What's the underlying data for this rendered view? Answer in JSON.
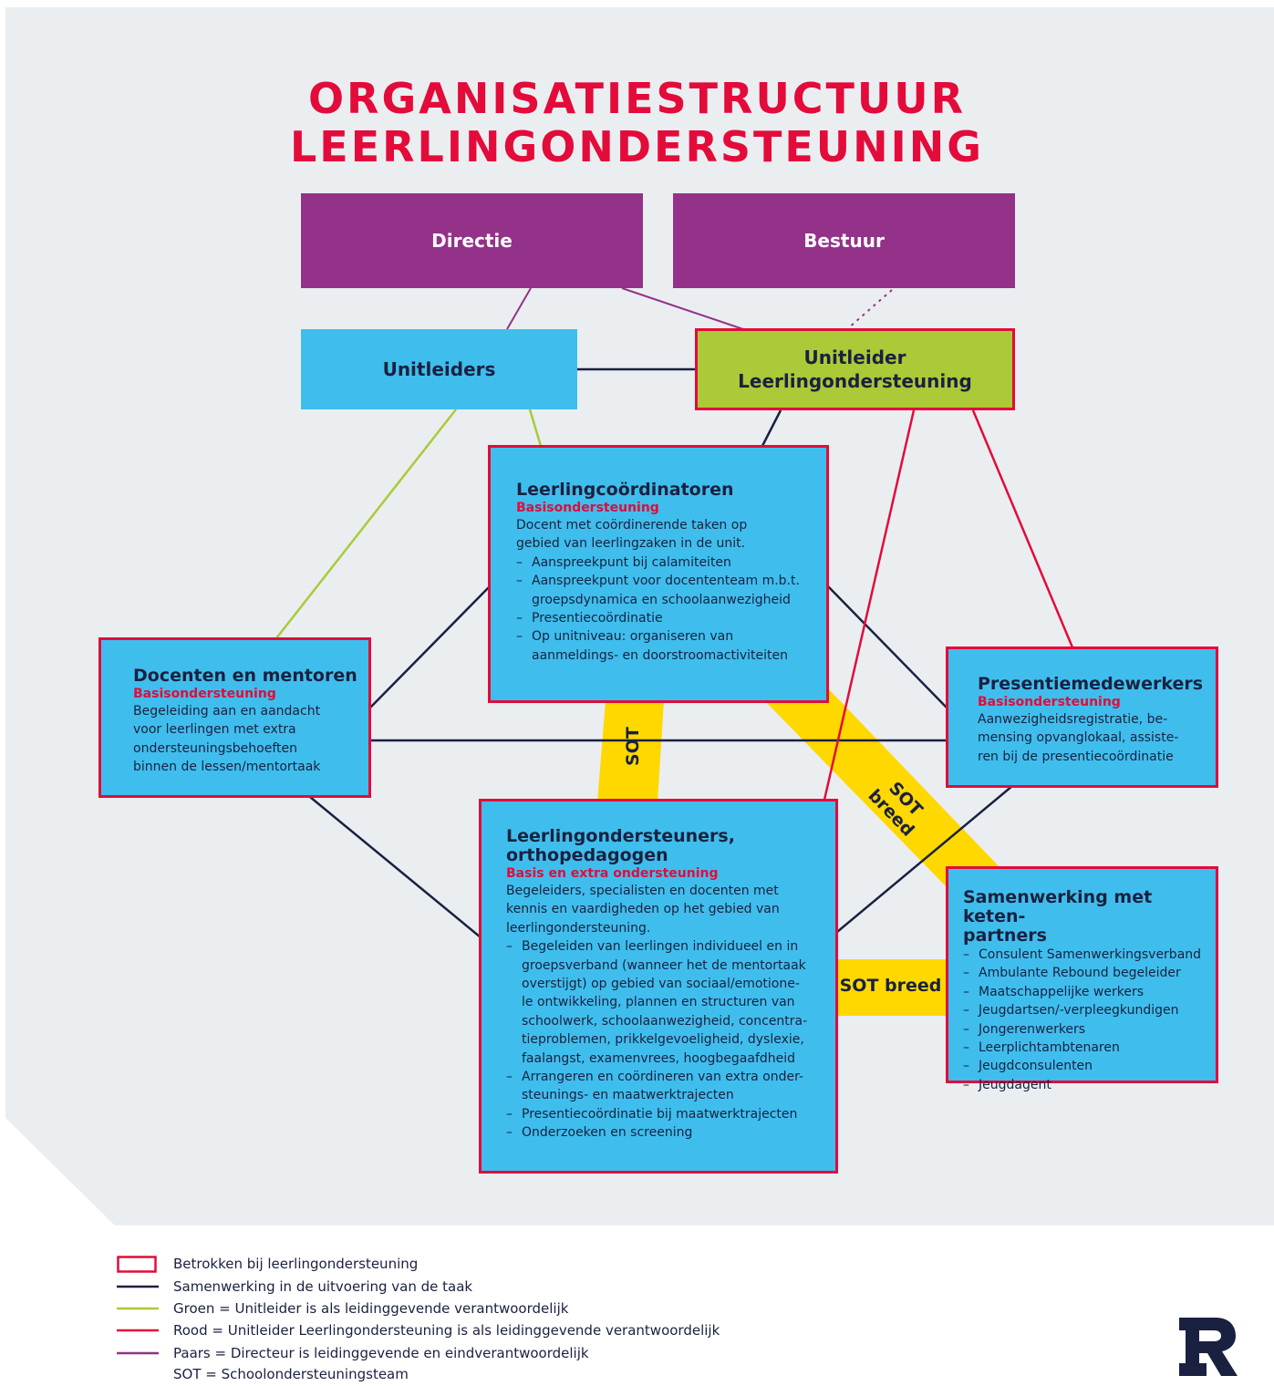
{
  "title": {
    "line1": "ORGANISATIESTRUCTUUR",
    "line2": "LEERLINGONDERSTEUNING"
  },
  "colors": {
    "background": "#eaeef1",
    "purple": "#933288",
    "cyan": "#3fbeed",
    "green": "#acc937",
    "red": "#e30b3a",
    "navy": "#1a2140",
    "yellow": "#ffd800"
  },
  "nodes": {
    "directie": {
      "label": "Directie"
    },
    "bestuur": {
      "label": "Bestuur"
    },
    "unitleiders": {
      "label": "Unitleiders"
    },
    "unitleider_lo": {
      "line1": "Unitleider",
      "line2": "Leerlingondersteuning"
    },
    "leerlingcoordinatoren": {
      "title": "Leerlingcoördinatoren",
      "subtitle": "Basisondersteuning",
      "intro": [
        "Docent met coördinerende taken op",
        "gebied van leerlingzaken in de unit."
      ],
      "items": [
        [
          "Aanspreekpunt bij calamiteiten"
        ],
        [
          "Aanspreekpunt voor docententeam m.b.t.",
          "groepsdynamica en schoolaanwezigheid"
        ],
        [
          "Presentiecoördinatie"
        ],
        [
          "Op unitniveau: organiseren van",
          "aanmeldings- en doorstroomactiviteiten"
        ]
      ]
    },
    "docenten": {
      "title": "Docenten en mentoren",
      "subtitle": "Basisondersteuning",
      "intro": [
        "Begeleiding aan en aandacht",
        "voor leerlingen met extra",
        "ondersteuningsbehoeften",
        "binnen de lessen/mentortaak"
      ]
    },
    "presentie": {
      "title": "Presentiemedewerkers",
      "subtitle": "Basisondersteuning",
      "intro": [
        "Aanwezigheidsregistratie, be-",
        "mensing opvanglokaal, assiste-",
        "ren bij de presentiecoördinatie"
      ]
    },
    "leerlingondersteuners": {
      "title_line1": "Leerlingondersteuners,",
      "title_line2": "orthopedagogen",
      "subtitle": "Basis en extra ondersteuning",
      "intro": [
        "Begeleiders, specialisten en docenten met",
        "kennis en vaardigheden op het gebied van",
        "leerlingondersteuning."
      ],
      "items": [
        [
          "Begeleiden van leerlingen individueel en in",
          "groepsverband (wanneer het de mentortaak",
          "overstijgt) op gebied van sociaal/emotione-",
          "le ontwikkeling, plannen en structuren van",
          "schoolwerk, schoolaanwezigheid, concentra-",
          "tieproblemen, prikkelgevoeligheid, dyslexie,",
          "faalangst, examenvrees, hoogbegaafdheid"
        ],
        [
          "Arrangeren en coördineren van extra onder-",
          "steunings- en maatwerktrajecten"
        ],
        [
          "Presentiecoördinatie bij maatwerktrajecten"
        ],
        [
          "Onderzoeken en screening"
        ]
      ]
    },
    "samenwerking": {
      "title_line1": "Samenwerking met keten-",
      "title_line2": "partners",
      "items": [
        [
          "Consulent Samenwerkingsverband"
        ],
        [
          "Ambulante Rebound begeleider"
        ],
        [
          "Maatschappelijke werkers"
        ],
        [
          "Jeugdartsen/-verpleegkundigen"
        ],
        [
          "Jongerenwerkers"
        ],
        [
          "Leerplichtambtenaren"
        ],
        [
          "Jeugdconsulenten"
        ],
        [
          "Jeugdagent"
        ]
      ]
    }
  },
  "connectors": {
    "sot": "SOT",
    "sot_breed_diagonal": "SOT breed",
    "sot_breed_horizontal": "SOT breed"
  },
  "legend": [
    {
      "symbol": "red-box",
      "color": "#e30b3a",
      "text": "Betrokken bij leerlingondersteuning"
    },
    {
      "symbol": "line",
      "color": "#1a2140",
      "text": "Samenwerking in de uitvoering van de taak"
    },
    {
      "symbol": "line",
      "color": "#acc937",
      "text": "Groen = Unitleider is als leidinggevende verantwoordelijk"
    },
    {
      "symbol": "line",
      "color": "#e30b3a",
      "text": "Rood = Unitleider Leerlingondersteuning is als leidinggevende verantwoordelijk"
    },
    {
      "symbol": "line",
      "color": "#933288",
      "text": "Paars = Directeur is leidinggevende en eindverantwoordelijk"
    },
    {
      "symbol": "none",
      "color": "",
      "text": "SOT = Schoolondersteuningsteam"
    }
  ],
  "logo": {
    "icon": "r-logo-icon"
  }
}
